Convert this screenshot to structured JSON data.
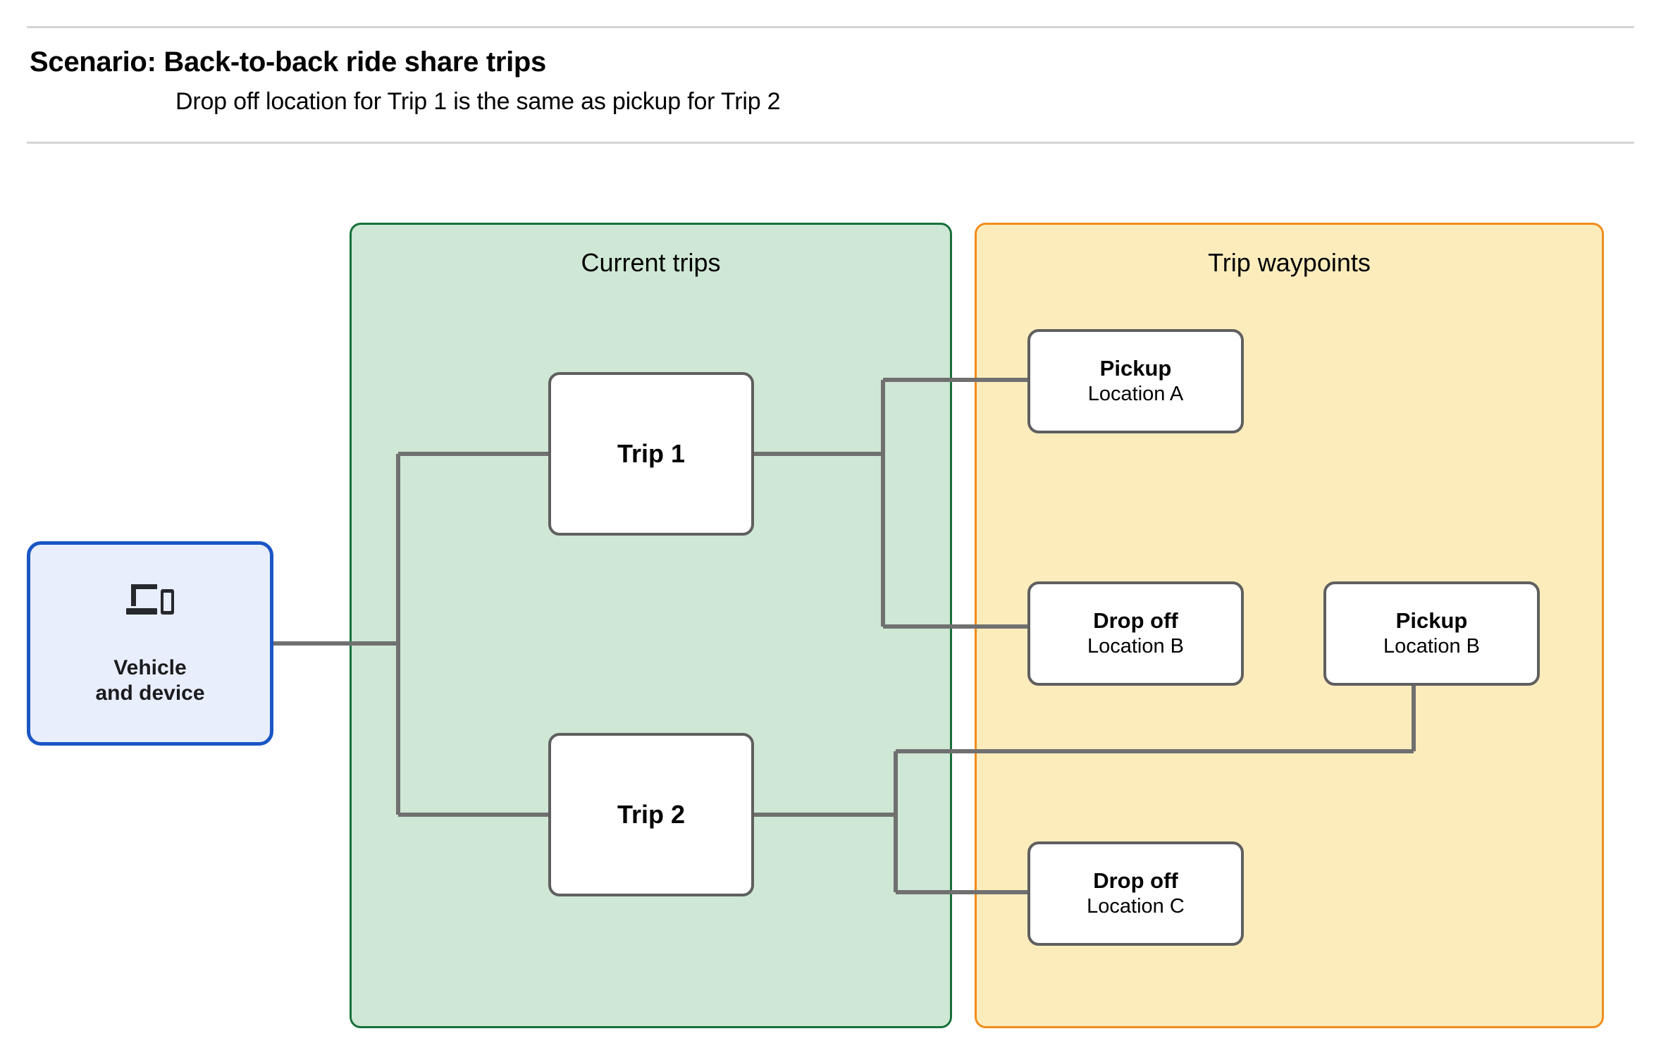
{
  "header": {
    "title": "Scenario: Back-to-back ride share trips",
    "subtitle": "Drop off  location for Trip 1 is the same as pickup for Trip 2"
  },
  "panels": {
    "current_trips": {
      "title": "Current trips",
      "fill": "#cfe7d5",
      "border": "#17703a"
    },
    "trip_waypoints": {
      "title": "Trip waypoints",
      "fill": "#fcecbc",
      "border": "#f08c1c"
    }
  },
  "nodes": {
    "vehicle": {
      "icon": "devices-icon",
      "line1": "Vehicle",
      "line2": "and device",
      "fill": "#e8eefb",
      "border": "#1a56c4"
    },
    "trip1": {
      "label": "Trip 1"
    },
    "trip2": {
      "label": "Trip 2"
    },
    "pickup_a": {
      "title": "Pickup",
      "sub": "Location A"
    },
    "dropoff_b": {
      "title": "Drop off",
      "sub": "Location B"
    },
    "pickup_b": {
      "title": "Pickup",
      "sub": "Location B"
    },
    "dropoff_c": {
      "title": "Drop off",
      "sub": "Location C"
    }
  },
  "colors": {
    "connector": "#707070",
    "node_border": "#5f5f5f",
    "rule": "#d4d4d4",
    "background": "#ffffff"
  }
}
